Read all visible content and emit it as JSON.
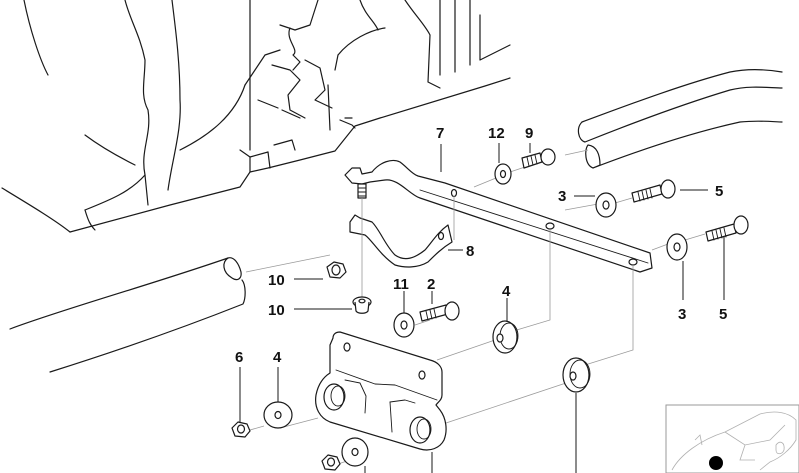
{
  "diagram": {
    "type": "exploded-parts-diagram",
    "subject": "transmission mount / exhaust hanger assembly",
    "callouts": [
      {
        "id": "c7",
        "label": "7"
      },
      {
        "id": "c12",
        "label": "12"
      },
      {
        "id": "c9",
        "label": "9"
      },
      {
        "id": "c3a",
        "label": "3"
      },
      {
        "id": "c5a",
        "label": "5"
      },
      {
        "id": "c8",
        "label": "8"
      },
      {
        "id": "c10a",
        "label": "10"
      },
      {
        "id": "c10b",
        "label": "10"
      },
      {
        "id": "c11",
        "label": "11"
      },
      {
        "id": "c2",
        "label": "2"
      },
      {
        "id": "c4a",
        "label": "4"
      },
      {
        "id": "c3b",
        "label": "3"
      },
      {
        "id": "c5b",
        "label": "5"
      },
      {
        "id": "c6",
        "label": "6"
      },
      {
        "id": "c4b",
        "label": "4"
      }
    ],
    "parts": [
      {
        "number": "2",
        "name": "hex bolt"
      },
      {
        "number": "3",
        "name": "washer"
      },
      {
        "number": "4",
        "name": "rubber mount"
      },
      {
        "number": "5",
        "name": "hex bolt"
      },
      {
        "number": "6",
        "name": "hex nut"
      },
      {
        "number": "7",
        "name": "hanger bracket"
      },
      {
        "number": "8",
        "name": "clamp strap"
      },
      {
        "number": "9",
        "name": "hex bolt"
      },
      {
        "number": "10",
        "name": "nut"
      },
      {
        "number": "11",
        "name": "washer"
      },
      {
        "number": "12",
        "name": "washer"
      }
    ],
    "locator": {
      "label": "vehicle location thumbnail",
      "marker_color": "#000000"
    }
  },
  "colors": {
    "line": "#1a1a1a",
    "guide": "#9a9a9a",
    "background": "#ffffff"
  }
}
